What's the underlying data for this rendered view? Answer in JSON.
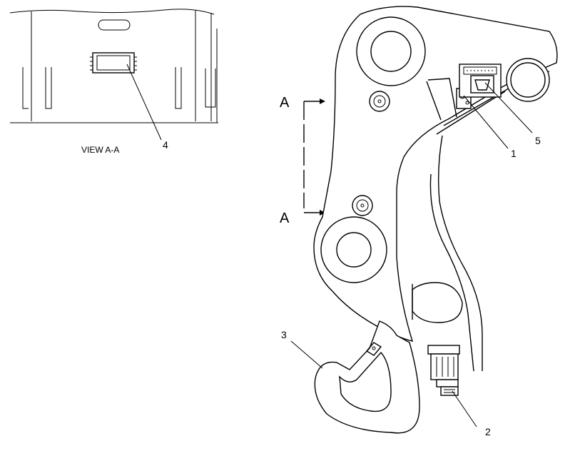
{
  "view_label": "VIEW A-A",
  "section_marker_top": "A",
  "section_marker_bottom": "A",
  "callouts": [
    "1",
    "2",
    "3",
    "4",
    "5"
  ]
}
